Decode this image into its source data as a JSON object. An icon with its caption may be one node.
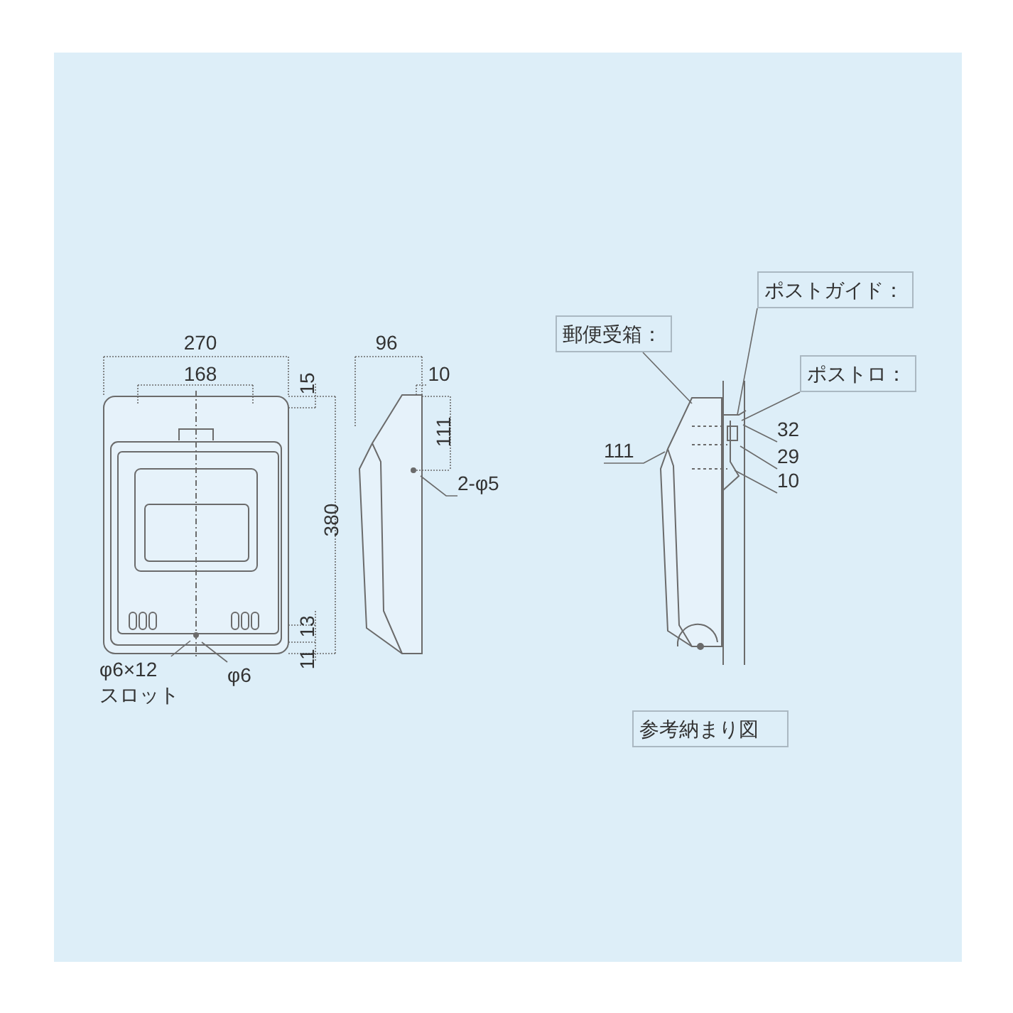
{
  "diagram": {
    "nodes": [
      {
        "text": [
          "郵便受箱："
        ]
      },
      {
        "text": [
          "ポストガイド："
        ]
      },
      {
        "text": [
          "ポストロ："
        ]
      },
      {
        "text": [
          "φ6×12 スロット"
        ]
      },
      {
        "text": [
          "φ6"
        ]
      },
      {
        "text": [
          "2-φ5"
        ]
      },
      {
        "text": [
          "111"
        ]
      },
      {
        "text": [
          "32"
        ]
      },
      {
        "text": [
          "29"
        ]
      },
      {
        "text": [
          "10"
        ]
      },
      {
        "text": [
          "参考納まり図"
        ]
      },
      {
        "text": [],
        "shape": "picture"
      },
      {
        "text": [],
        "shape": "picture"
      },
      {
        "text": [],
        "shape": "picture"
      }
    ],
    "edges": [
      {
        "from": 0,
        "to": 13,
        "arrow": "none"
      },
      {
        "from": 1,
        "to": 13,
        "arrow": "none"
      },
      {
        "from": 2,
        "to": 13,
        "arrow": "none"
      },
      {
        "from": 3,
        "to": 11,
        "arrow": "none"
      },
      {
        "from": 4,
        "to": 11,
        "arrow": "none"
      },
      {
        "from": 5,
        "to": 12,
        "arrow": "none"
      },
      {
        "from": 6,
        "to": 13,
        "arrow": "none"
      },
      {
        "from": 7,
        "to": 13,
        "arrow": "none"
      },
      {
        "from": 8,
        "to": 13,
        "arrow": "none"
      },
      {
        "from": 9,
        "to": 13,
        "arrow": "none"
      }
    ],
    "labels": [
      "270",
      "168",
      "15",
      "380",
      "13",
      "11",
      "96",
      "10",
      "111"
    ]
  }
}
